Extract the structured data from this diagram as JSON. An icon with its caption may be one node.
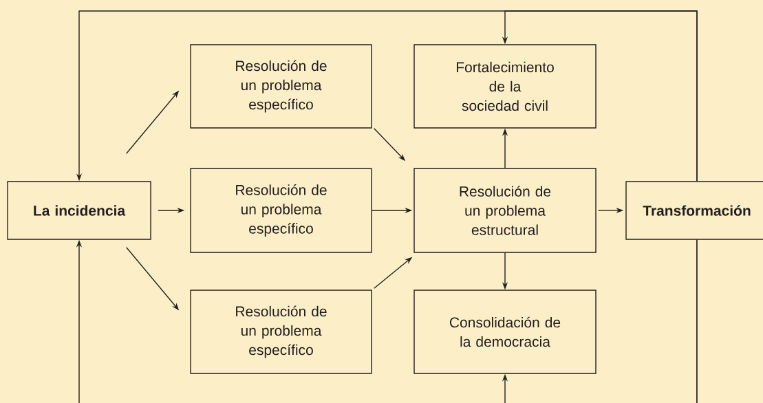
{
  "diagram": {
    "nodes": [
      {
        "text": [
          "La incidencia"
        ]
      },
      {
        "text": [
          "Resolución de un problema específico"
        ]
      },
      {
        "text": [
          "Resolución de un problema específico"
        ]
      },
      {
        "text": [
          "Resolución de un problema específico"
        ]
      },
      {
        "text": [
          "Fortalecimiento de la sociedad civil"
        ]
      },
      {
        "text": [
          "Resolución de un problema estructural"
        ]
      },
      {
        "text": [
          "Consolidación de la democracia"
        ]
      },
      {
        "text": [
          "Transformación"
        ]
      }
    ],
    "edges": [
      {
        "from": 0,
        "to": 1,
        "arrow": "to"
      },
      {
        "from": 0,
        "to": 2,
        "arrow": "to"
      },
      {
        "from": 0,
        "to": 3,
        "arrow": "to"
      },
      {
        "from": 1,
        "to": 5,
        "arrow": "to"
      },
      {
        "from": 2,
        "to": 5,
        "arrow": "to"
      },
      {
        "from": 3,
        "to": 5,
        "arrow": "to"
      },
      {
        "from": 5,
        "to": 4,
        "arrow": "to"
      },
      {
        "from": 5,
        "to": 6,
        "arrow": "to"
      },
      {
        "from": 5,
        "to": 7,
        "arrow": "to"
      },
      {
        "from": 7,
        "to": 0,
        "arrow": "to"
      },
      {
        "from": 7,
        "to": 4,
        "arrow": "to"
      },
      {
        "from": 7,
        "to": 0,
        "arrow": "to"
      },
      {
        "from": 7,
        "to": 6,
        "arrow": "to"
      }
    ]
  }
}
